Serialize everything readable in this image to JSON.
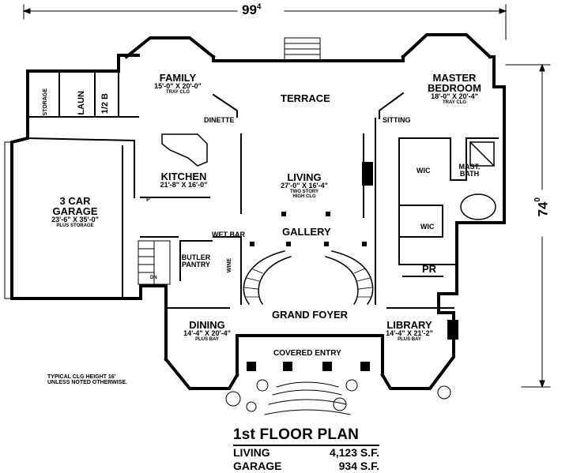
{
  "plan": {
    "overall_width": {
      "number": "99",
      "superscript": "4"
    },
    "overall_depth": {
      "number": "74",
      "superscript": "0"
    },
    "rooms": {
      "family": {
        "name": "FAMILY",
        "size": "15'-0\" X 20'-0\"",
        "note": "TRAY CLG"
      },
      "laundry": {
        "name": "LAUN"
      },
      "half_bath": {
        "name": "1/2 B"
      },
      "storage": {
        "name": "STORAGE"
      },
      "terrace": {
        "name": "TERRACE"
      },
      "master_bedroom": {
        "name_line1": "MASTER",
        "name_line2": "BEDROOM",
        "size": "18'-0\" X 20'-4\"",
        "note": "TRAY CLG"
      },
      "dinette": {
        "name": "DINETTE"
      },
      "sitting": {
        "name": "SITTING"
      },
      "kitchen": {
        "name": "KITCHEN",
        "size": "21'-8\" X 16'-0\"",
        "pantry_mark": "P"
      },
      "living": {
        "name": "LIVING",
        "size": "27'-0\" X 16'-4\"",
        "note_line1": "TWO STORY",
        "note_line2": "HIGH CLG"
      },
      "wic_upper": {
        "name": "WIC"
      },
      "master_bath": {
        "name_line1": "MAST.",
        "name_line2": "BATH"
      },
      "garage": {
        "name_line1": "3 CAR",
        "name_line2": "GARAGE",
        "size": "23'-6\" X 35'-0\"",
        "note": "PLUS STORAGE"
      },
      "gallery": {
        "name": "GALLERY"
      },
      "wet_bar": {
        "name": "WET BAR"
      },
      "wic_lower": {
        "name": "WIC"
      },
      "butler_pantry": {
        "name_line1": "BUTLER",
        "name_line2": "PANTRY"
      },
      "wine": {
        "name": "WINE"
      },
      "dn": {
        "name": "DN"
      },
      "powder_room": {
        "name": "PR"
      },
      "grand_foyer": {
        "name": "GRAND FOYER"
      },
      "dining": {
        "name": "DINING",
        "size": "14'-4\" X 20'-4\"",
        "note": "PLUS BAY"
      },
      "library": {
        "name": "LIBRARY",
        "size": "14'-4\" X 21'-2\"",
        "note": "PLUS BAY"
      },
      "covered_entry": {
        "name": "COVERED ENTRY"
      }
    },
    "ceiling_note": {
      "line1": "TYPICAL CLG HEIGHT 16'",
      "line2": "UNLESS NOTED OTHERWISE."
    }
  },
  "legend": {
    "title": "1st FLOOR PLAN",
    "rows": [
      {
        "label": "LIVING",
        "value": "4,123 S.F."
      },
      {
        "label": "GARAGE",
        "value": "934 S.F."
      }
    ]
  }
}
